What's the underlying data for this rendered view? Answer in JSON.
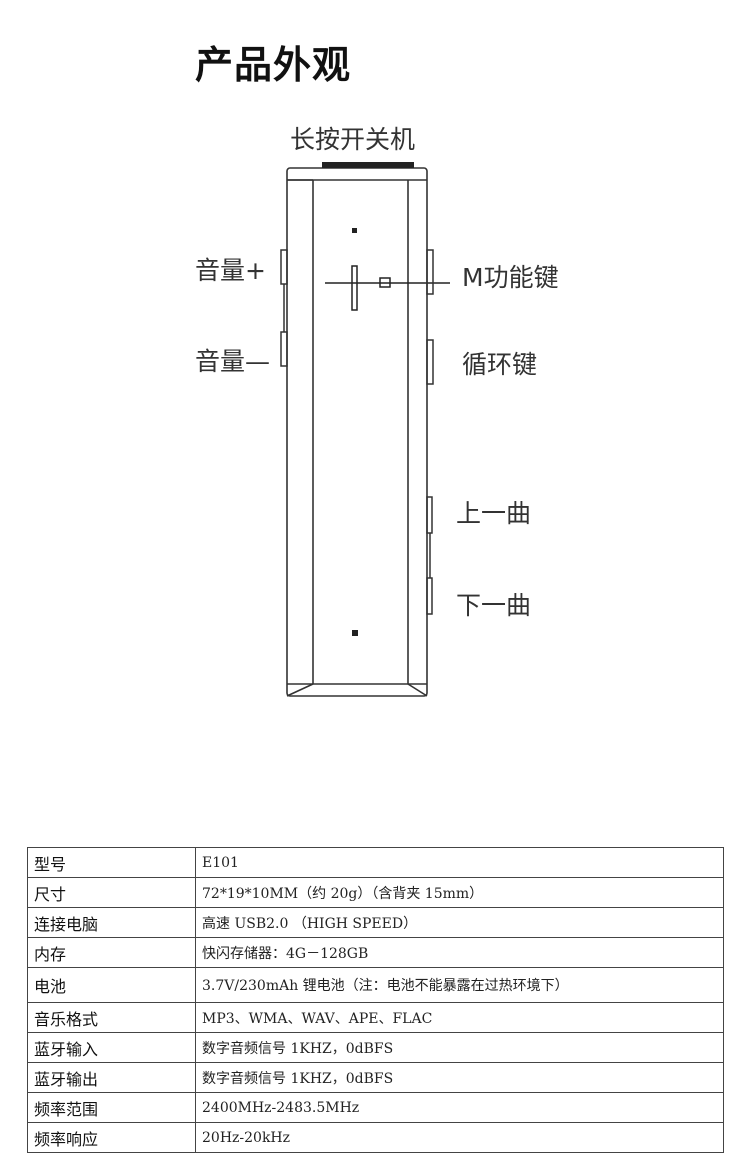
{
  "title": "产品外观",
  "labels": {
    "power": "长按开关机",
    "vol_up": "音量+",
    "vol_down": "音量—",
    "m_key": "M功能键",
    "loop_key": "循环键",
    "prev": "上一曲",
    "next": "下一曲"
  },
  "specs": [
    {
      "key": "型号",
      "value": "E101"
    },
    {
      "key": "尺寸",
      "value": "72*19*10MM（约 20g）（含背夹 15mm）"
    },
    {
      "key": "连接电脑",
      "value": "高速 USB2.0 （HIGH SPEED）"
    },
    {
      "key": "内存",
      "value": "快闪存储器：4G－128GB"
    },
    {
      "key": "电池",
      "value": "3.7V/230mAh 锂电池（注：电池不能暴露在过热环境下）"
    },
    {
      "key": "音乐格式",
      "value": "MP3、WMA、WAV、APE、FLAC"
    },
    {
      "key": "蓝牙输入",
      "value": "数字音频信号 1KHZ，0dBFS"
    },
    {
      "key": "蓝牙输出",
      "value": "数字音频信号 1KHZ，0dBFS"
    },
    {
      "key": "频率范围",
      "value": "2400MHz-2483.5MHz"
    },
    {
      "key": "频率响应",
      "value": "20Hz-20kHz"
    }
  ]
}
